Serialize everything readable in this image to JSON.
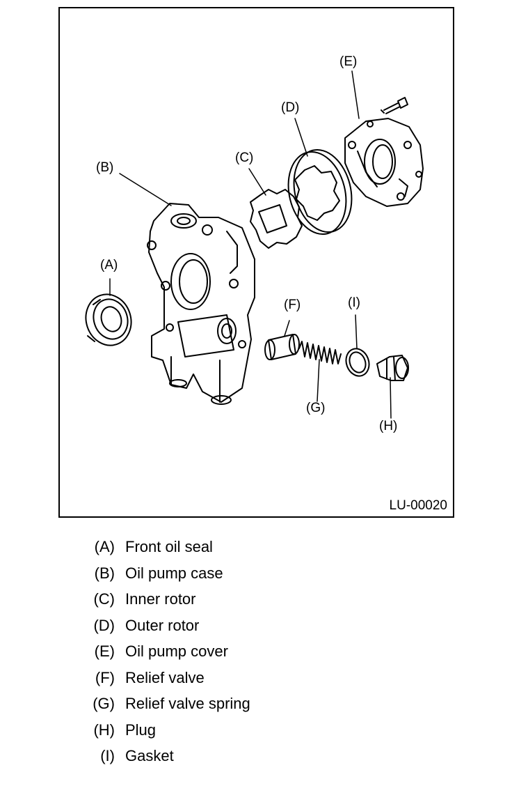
{
  "figure": {
    "code": "LU-00020",
    "callouts": {
      "a": "(A)",
      "b": "(B)",
      "c": "(C)",
      "d": "(D)",
      "e": "(E)",
      "f": "(F)",
      "g": "(G)",
      "h": "(H)",
      "i": "(I)"
    }
  },
  "legend": [
    {
      "key": "(A)",
      "label": "Front oil seal"
    },
    {
      "key": "(B)",
      "label": "Oil pump case"
    },
    {
      "key": "(C)",
      "label": "Inner rotor"
    },
    {
      "key": "(D)",
      "label": "Outer rotor"
    },
    {
      "key": "(E)",
      "label": "Oil pump cover"
    },
    {
      "key": "(F)",
      "label": "Relief valve"
    },
    {
      "key": "(G)",
      "label": "Relief valve spring"
    },
    {
      "key": "(H)",
      "label": "Plug"
    },
    {
      "key": "(I)",
      "label": "Gasket"
    }
  ]
}
